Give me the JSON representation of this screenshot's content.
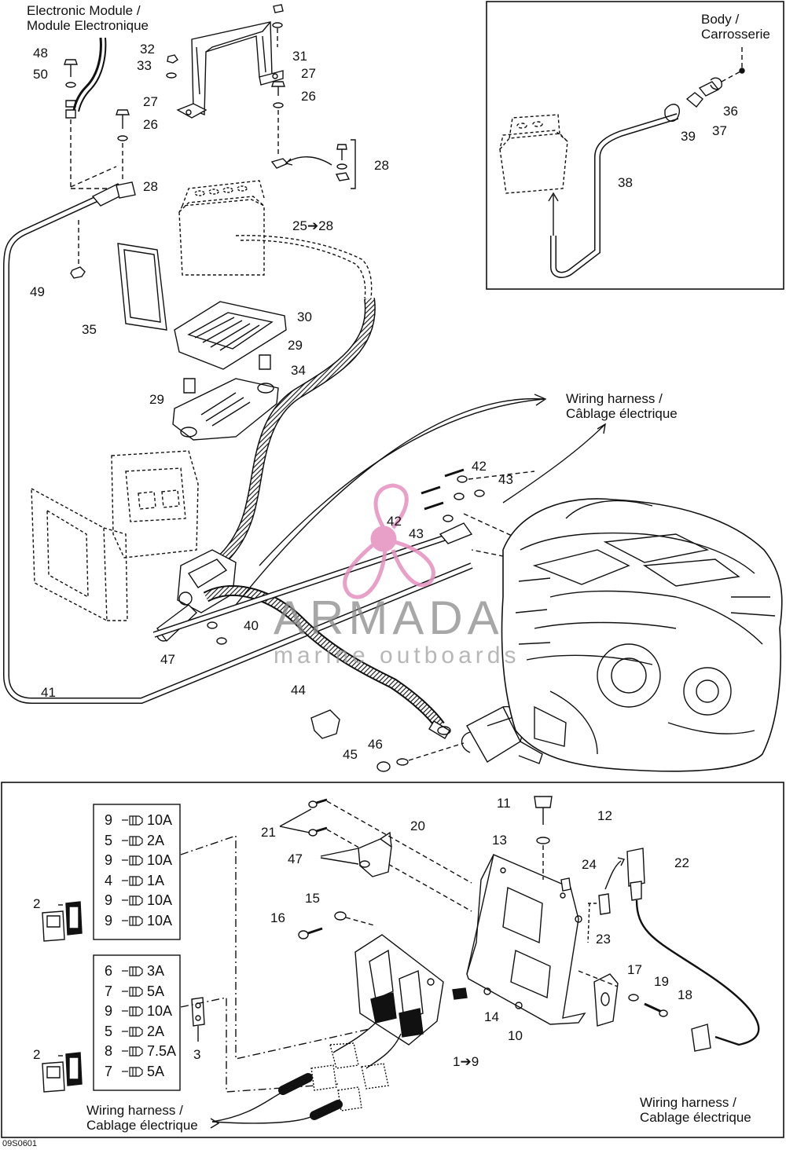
{
  "titles": {
    "electronic_module": [
      "Electronic Module /",
      "Module Electronique"
    ],
    "body": [
      "Body /",
      "Carrosserie"
    ],
    "harness_top": [
      "Wiring harness /",
      "Câblage électrique"
    ],
    "harness_left": [
      "Wiring harness /",
      "Cablage électrique"
    ],
    "harness_right": [
      "Wiring harness /",
      "Cablage électrique"
    ]
  },
  "watermark": {
    "title": "ARMADA",
    "subtitle": "marine outboards"
  },
  "drawing_code": "09S0601",
  "callouts": {
    "c48": "48",
    "c50": "50",
    "c32": "32",
    "c33": "33",
    "c31": "31",
    "c27a": "27",
    "c26a": "26",
    "c27b": "27",
    "c26b": "26",
    "c28a": "28",
    "c28b": "28",
    "c25": "25➔28",
    "c49": "49",
    "c35": "35",
    "c30": "30",
    "c29a": "29",
    "c29b": "29",
    "c34": "34",
    "c42a": "42",
    "c43a": "43",
    "c42b": "42",
    "c43b": "43",
    "c40": "40",
    "c47a": "47",
    "c41": "41",
    "c44": "44",
    "c46": "46",
    "c45": "45",
    "c36": "36",
    "c37": "37",
    "c39": "39",
    "c38": "38",
    "c11": "11",
    "c12": "12",
    "c13": "13",
    "c21": "21",
    "c20": "20",
    "c47b": "47",
    "c24": "24",
    "c22": "22",
    "c15": "15",
    "c16": "16",
    "c23": "23",
    "c17": "17",
    "c19": "19",
    "c18": "18",
    "c14": "14",
    "c10": "10",
    "c3": "3",
    "c19x": "1➔9",
    "c2a": "2",
    "c2b": "2"
  },
  "fuses_top": [
    {
      "qty": "9",
      "amps": "10A"
    },
    {
      "qty": "5",
      "amps": "2A"
    },
    {
      "qty": "9",
      "amps": "10A"
    },
    {
      "qty": "4",
      "amps": "1A"
    },
    {
      "qty": "9",
      "amps": "10A"
    },
    {
      "qty": "9",
      "amps": "10A"
    }
  ],
  "fuses_bottom": [
    {
      "qty": "6",
      "amps": "3A"
    },
    {
      "qty": "7",
      "amps": "5A"
    },
    {
      "qty": "9",
      "amps": "10A"
    },
    {
      "qty": "5",
      "amps": "2A"
    },
    {
      "qty": "8",
      "amps": "7.5A"
    },
    {
      "qty": "7",
      "amps": "5A"
    }
  ],
  "colors": {
    "line": "#111111",
    "watermark_pink": "#e58fbf",
    "watermark_gray": "#8a8a8a"
  }
}
